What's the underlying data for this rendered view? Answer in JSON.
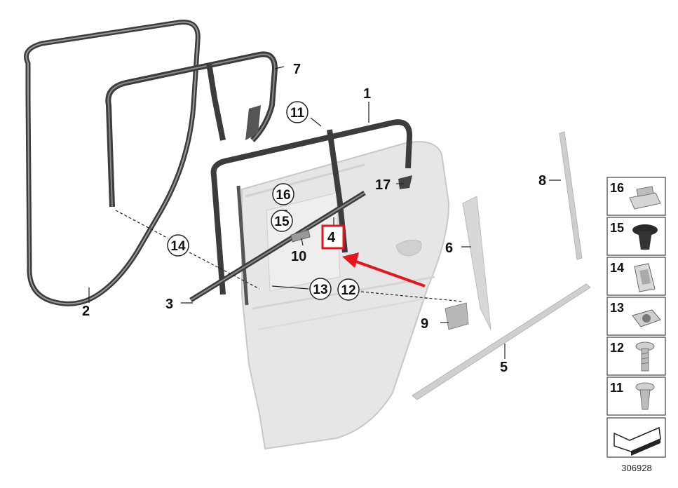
{
  "callouts": {
    "c1": "1",
    "c2": "2",
    "c3": "3",
    "c4": "4",
    "c5": "5",
    "c6": "6",
    "c7": "7",
    "c8": "8",
    "c9": "9",
    "c10": "10",
    "c11": "11",
    "c12": "12",
    "c13": "13",
    "c14": "14",
    "c15": "15",
    "c16": "16",
    "c17": "17"
  },
  "legend": [
    {
      "num": "16",
      "part": "clip-nut"
    },
    {
      "num": "15",
      "part": "push-rivet"
    },
    {
      "num": "14",
      "part": "spring-clip"
    },
    {
      "num": "13",
      "part": "cage-nut"
    },
    {
      "num": "12",
      "part": "screw"
    },
    {
      "num": "11",
      "part": "expanding-rivet"
    }
  ],
  "reference_number": "306928",
  "highlight": {
    "target": "4",
    "color": "#e8141b"
  },
  "colors": {
    "seal": "#3c3c3c",
    "panel": "#e6e6e6",
    "trim": "#cfcfcf"
  }
}
